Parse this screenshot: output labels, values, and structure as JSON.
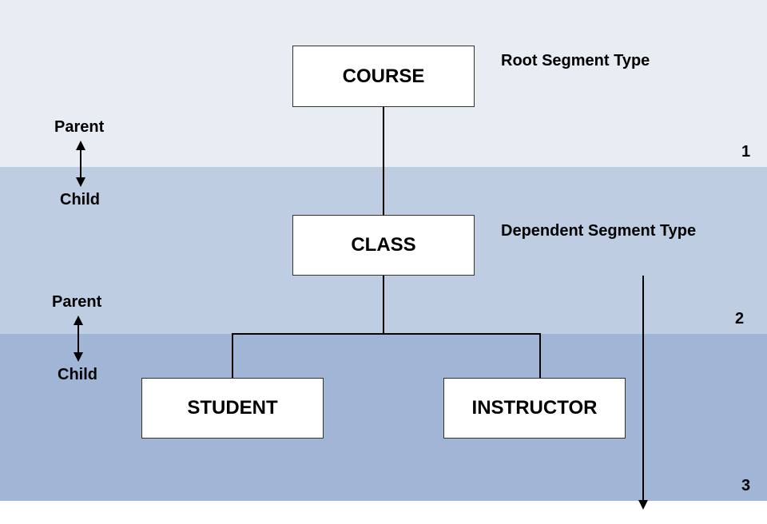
{
  "nodes": {
    "course": "COURSE",
    "class": "CLASS",
    "student": "STUDENT",
    "instructor": "INSTRUCTOR"
  },
  "annotations": {
    "root": "Root Segment Type",
    "dependent": "Dependent Segment Type"
  },
  "relations": [
    {
      "parent": "Parent",
      "child": "Child"
    },
    {
      "parent": "Parent",
      "child": "Child"
    }
  ],
  "levels": [
    "1",
    "2",
    "3"
  ],
  "colors": {
    "band_1": "#e8ecf3",
    "band_2": "#bfcde2",
    "band_3": "#a1b6d6",
    "line": "#000000"
  }
}
